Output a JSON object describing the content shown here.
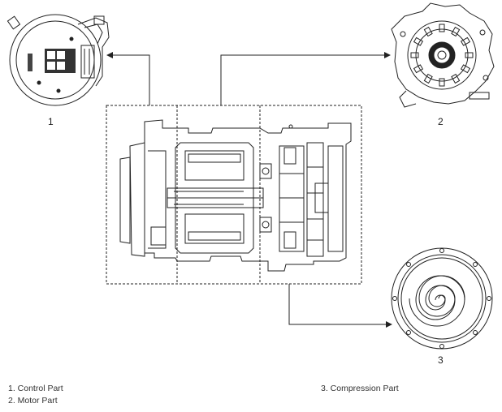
{
  "diagram": {
    "callouts": [
      {
        "number": "1"
      },
      {
        "number": "2"
      },
      {
        "number": "3"
      }
    ]
  },
  "legend": {
    "items": [
      {
        "text": "1. Control Part"
      },
      {
        "text": "2. Motor Part"
      },
      {
        "text": "3. Compression Part"
      }
    ]
  },
  "colors": {
    "line": "#222222",
    "background": "#ffffff"
  }
}
